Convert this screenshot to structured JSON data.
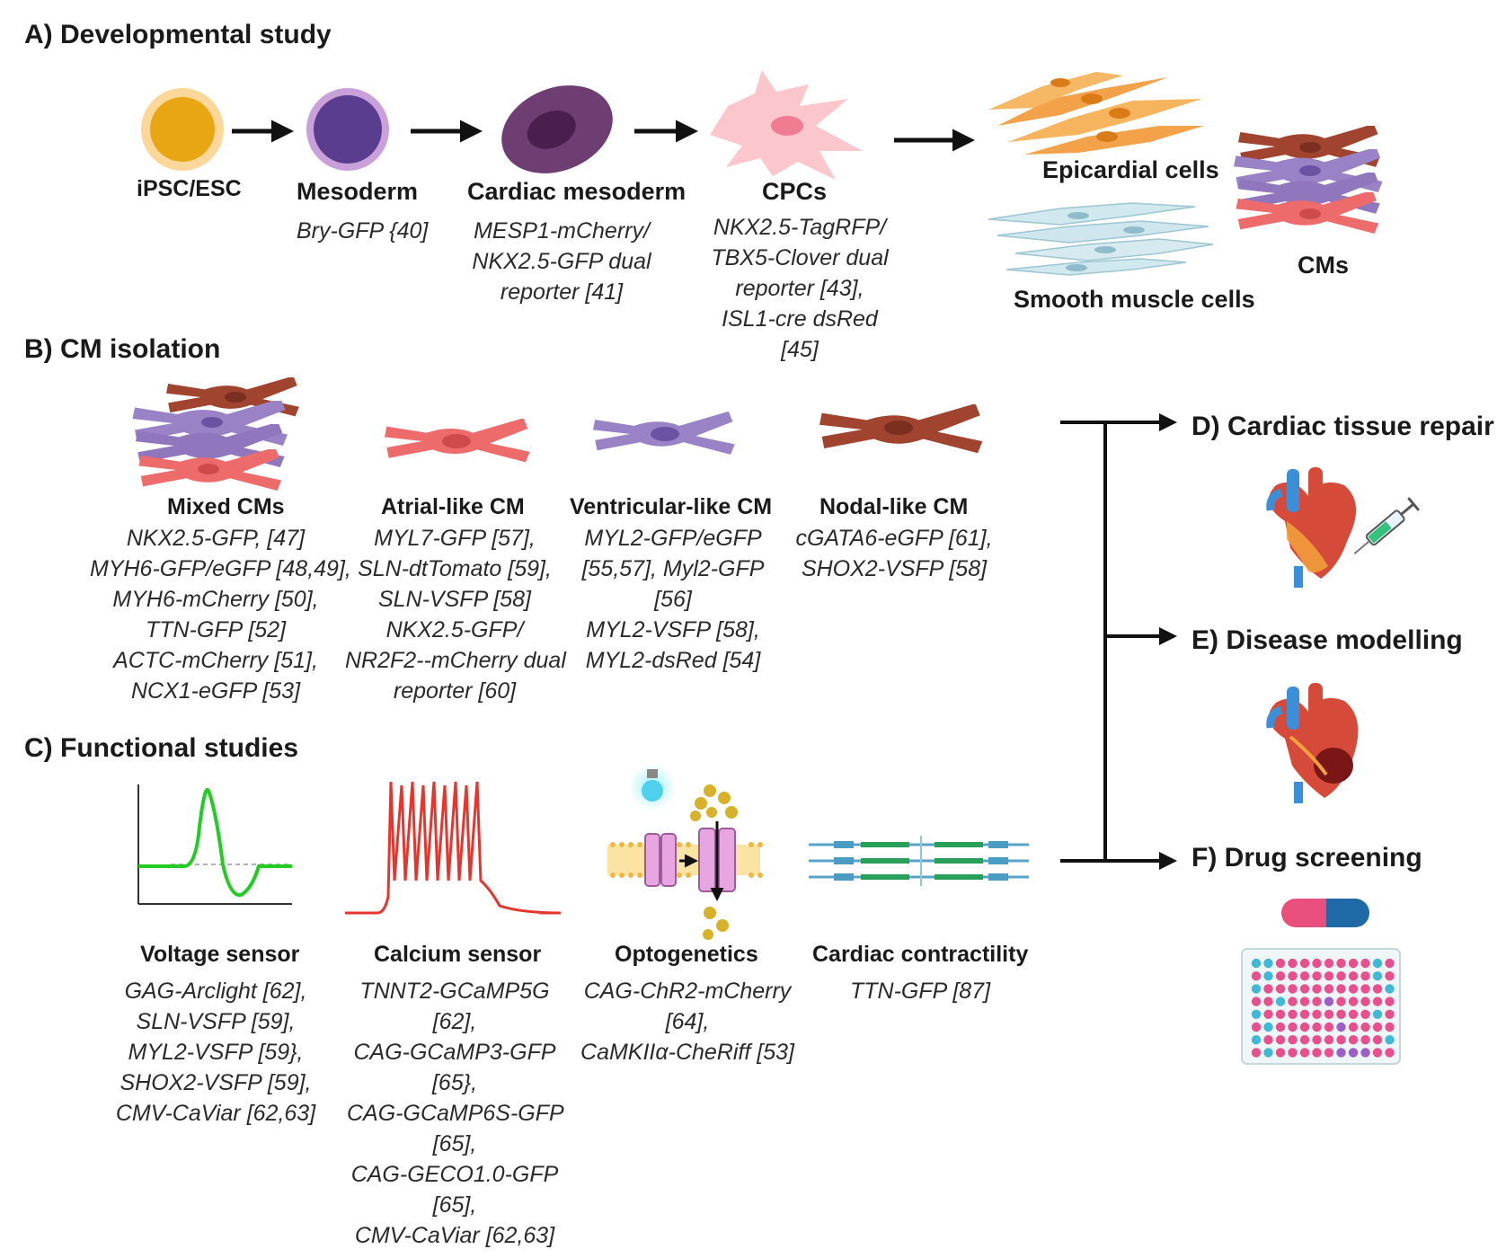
{
  "sections": {
    "a": "A) Developmental study",
    "b": "B) CM isolation",
    "c": "C) Functional studies",
    "d": "D) Cardiac tissue repair",
    "e": "E) Disease modelling",
    "f": "F) Drug screening"
  },
  "dev": {
    "ipsc": "iPSC/ESC",
    "mesoderm": "Mesoderm",
    "mesoderm_rep": [
      "Bry-GFP {40]"
    ],
    "cardiac_mesoderm": "Cardiac mesoderm",
    "cardiac_mesoderm_rep": [
      "MESP1-mCherry/",
      "NKX2.5-GFP dual",
      "reporter [41]"
    ],
    "cpcs": "CPCs",
    "cpcs_rep": [
      "NKX2.5-TagRFP/",
      "TBX5-Clover dual",
      "reporter [43],",
      "ISL1-cre dsRed",
      "[45]"
    ],
    "epicardial": "Epicardial cells",
    "smooth": "Smooth muscle cells",
    "cms": "CMs"
  },
  "iso": {
    "mixed": "Mixed CMs",
    "mixed_rep": [
      "NKX2.5-GFP, [47]",
      "MYH6-GFP/eGFP [48,49],",
      "MYH6-mCherry [50],",
      "TTN-GFP [52]",
      "ACTC-mCherry [51],",
      "NCX1-eGFP [53]"
    ],
    "atrial": "Atrial-like CM",
    "atrial_rep": [
      "MYL7-GFP [57],",
      "SLN-dtTomato [59],",
      "SLN-VSFP [58]",
      "NKX2.5-GFP/",
      "NR2F2--mCherry dual",
      "reporter [60]"
    ],
    "ventricular": "Ventricular-like CM",
    "ventricular_rep": [
      "MYL2-GFP/eGFP",
      "[55,57], Myl2-GFP",
      "[56]",
      "MYL2-VSFP [58],",
      "MYL2-dsRed [54]"
    ],
    "nodal": "Nodal-like CM",
    "nodal_rep": [
      "cGATA6-eGFP [61],",
      "SHOX2-VSFP [58]"
    ]
  },
  "func": {
    "voltage": "Voltage sensor",
    "voltage_rep": [
      "GAG-Arclight [62],",
      "SLN-VSFP [59],",
      "MYL2-VSFP [59},",
      "SHOX2-VSFP [59],",
      "CMV-CaViar  [62,63]"
    ],
    "calcium": "Calcium sensor",
    "calcium_rep": [
      "TNNT2-GCaMP5G",
      "[62],",
      "CAG-GCaMP3-GFP",
      "[65},",
      "CAG-GCaMP6S-GFP",
      "[65],",
      "CAG-GECO1.0-GFP",
      "[65],",
      "CMV-CaViar [62,63]"
    ],
    "opto": "Optogenetics",
    "opto_rep": [
      "CAG-ChR2-mCherry",
      "[64],",
      "CaMKIIα-CheRiff [53]"
    ],
    "contract": "Cardiac contractility",
    "contract_rep": [
      "TTN-GFP [87]"
    ]
  },
  "colors": {
    "ipsc": "#e9a614",
    "mesoderm": "#5a3d8e",
    "cardiac_mesoderm": "#6e3d72",
    "cpc": "#fbb8c0",
    "epicardial": "#f3a24a",
    "smooth": "#cfe6ee",
    "atrial": "#ee6b6b",
    "ventricular": "#9a82c6",
    "nodal": "#a0432f",
    "voltage_trace": "#22cc22",
    "calcium_trace": "#e8342c"
  }
}
